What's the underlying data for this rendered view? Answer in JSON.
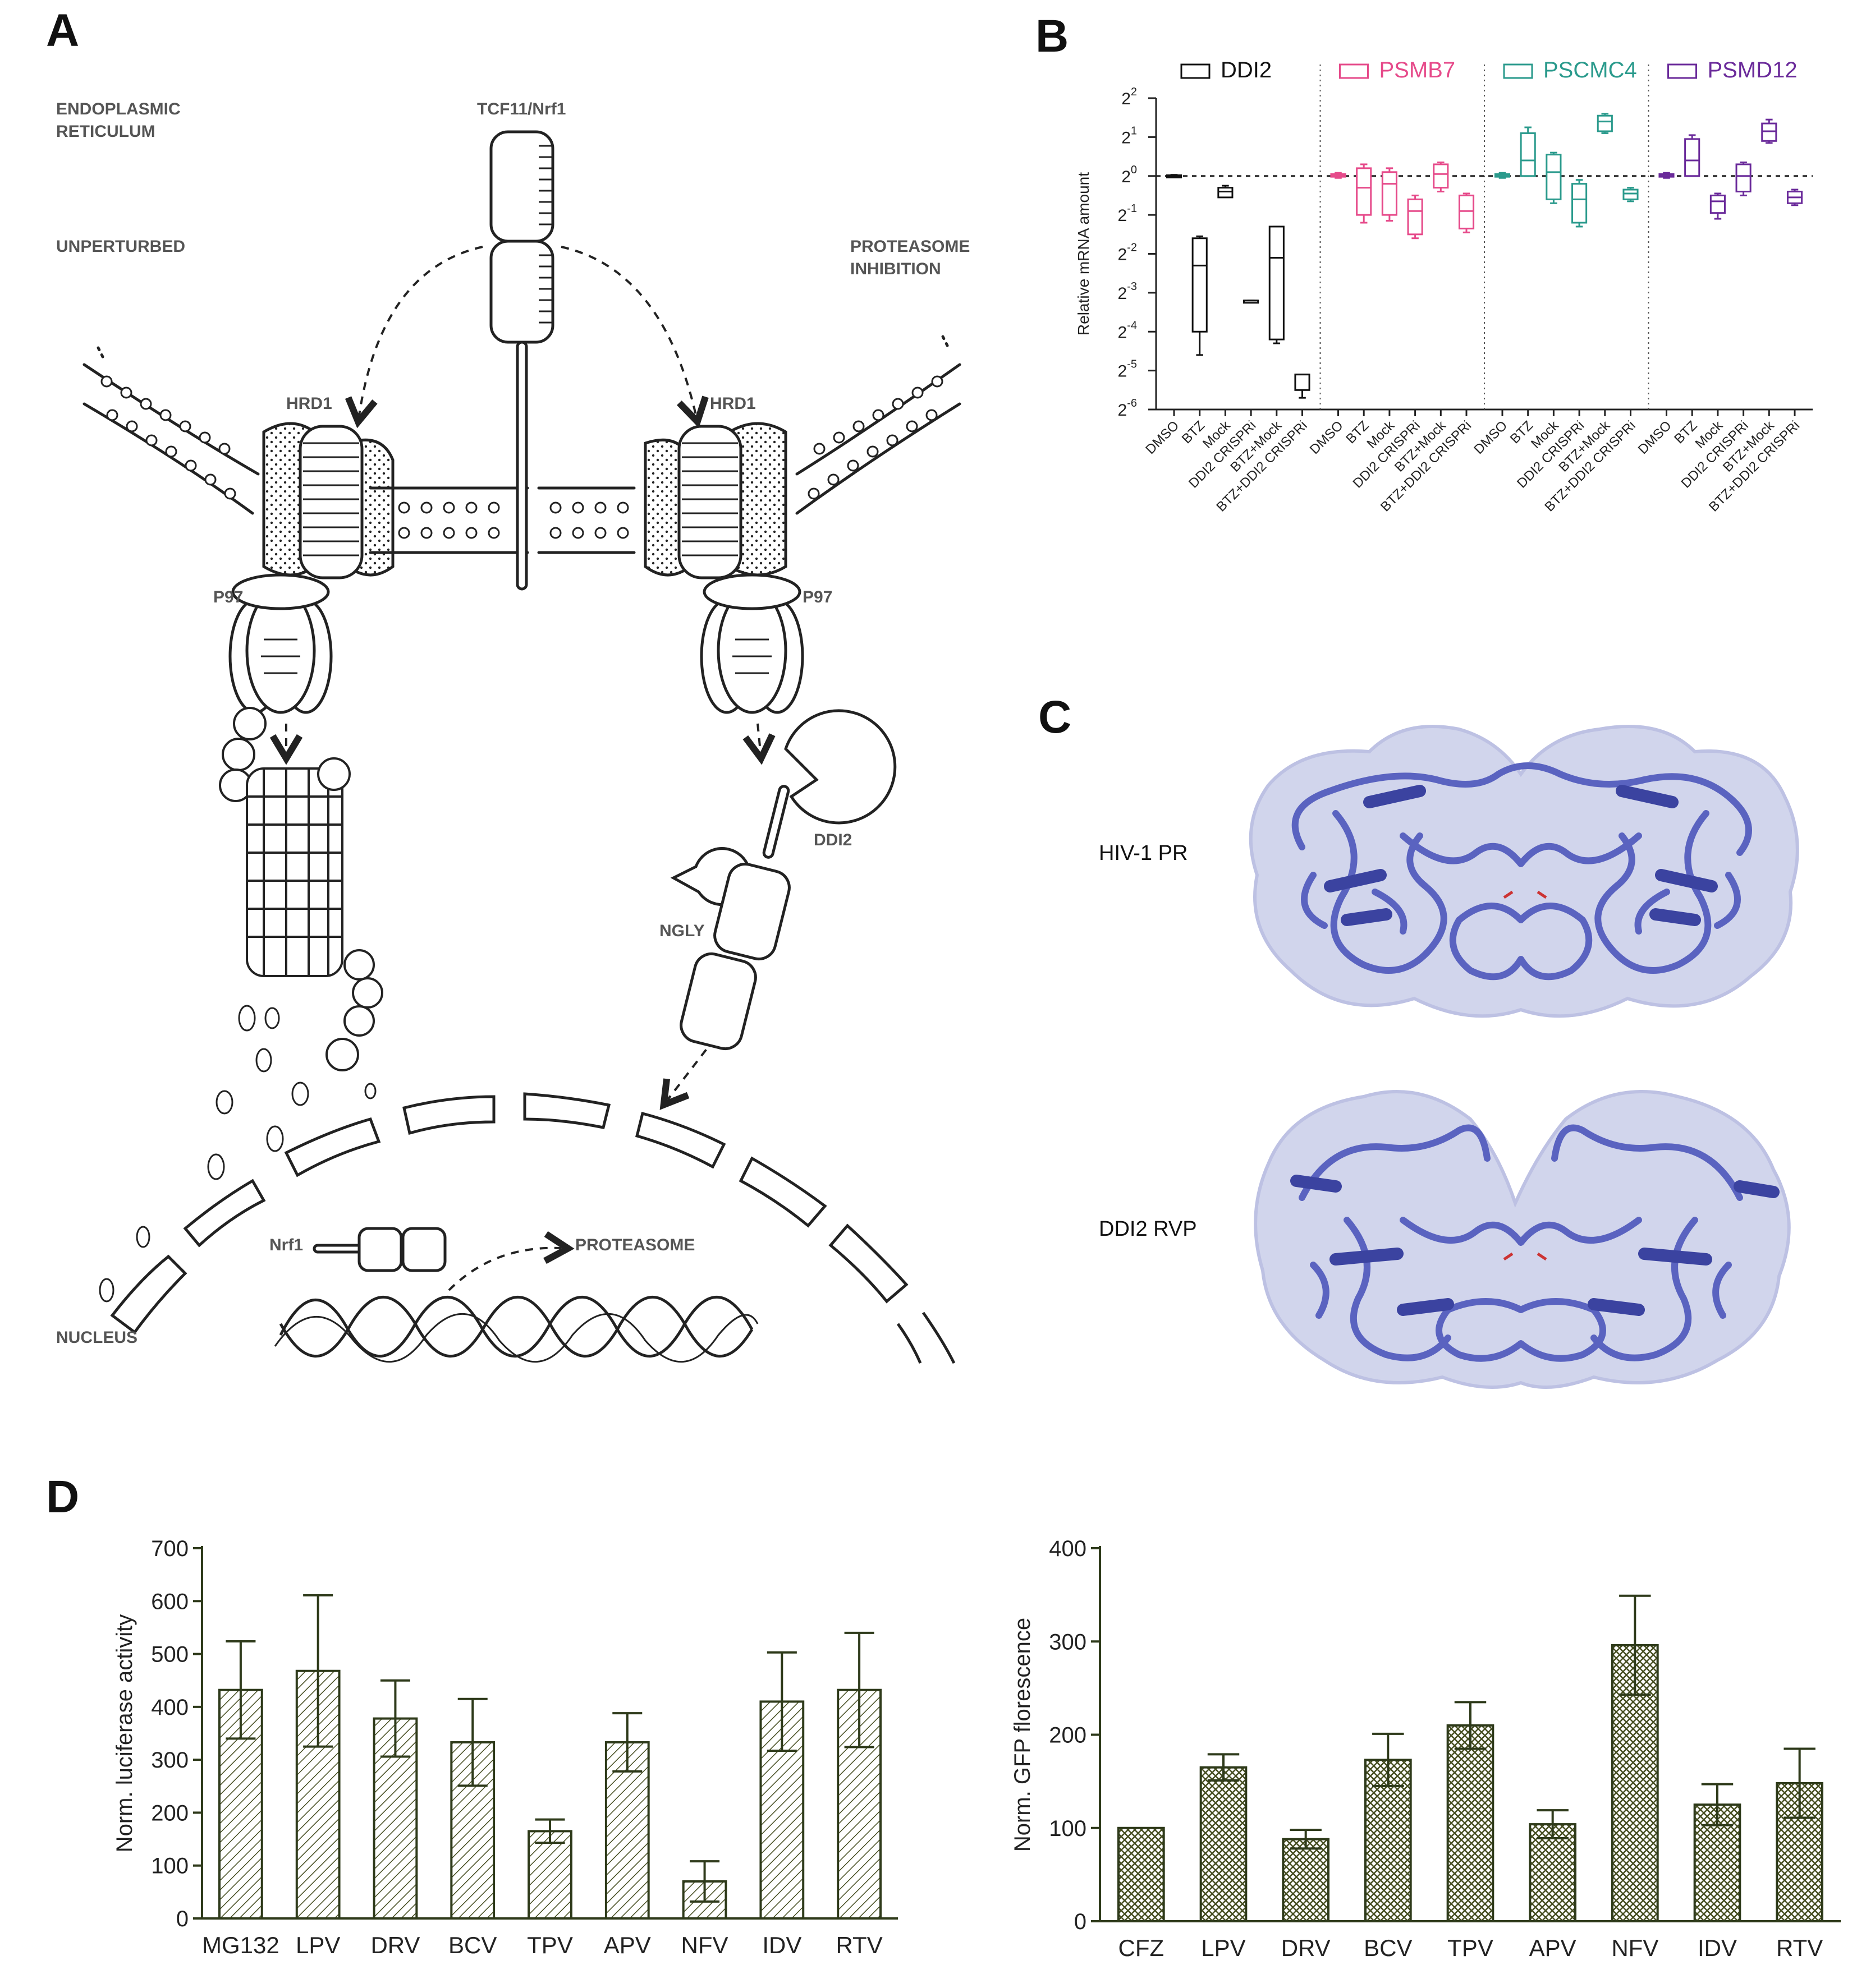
{
  "panels": {
    "a": "A",
    "b": "B",
    "c": "C",
    "d": "D"
  },
  "panel_a": {
    "labels": {
      "er": "ENDOPLASMIC\nRETICULUM",
      "tcf": "TCF11/Nrf1",
      "unperturbed": "UNPERTURBED",
      "proteasome_inhibition": "PROTEASOME\nINHIBITION",
      "hrd1_left": "HRD1",
      "hrd1_right": "HRD1",
      "p97_left": "P97",
      "p97_right": "P97",
      "ddi2": "DDI2",
      "ngly": "NGLY",
      "nrf1": "Nrf1",
      "proteasome": "PROTEASOME",
      "nucleus": "NUCLEUS"
    },
    "colors": {
      "line": "#222222",
      "text": "#555555"
    }
  },
  "panel_c": {
    "labels": {
      "hiv": "HIV-1 PR",
      "ddi2": "DDI2 RVP"
    },
    "colors": {
      "surface": "#c9cde8",
      "ribbon": "#5a63c0",
      "ribbon_dark": "#3b43a0"
    }
  },
  "chart_data": [
    {
      "id": "B",
      "type": "box",
      "ylabel": "Relative mRNA amount",
      "y_scale": "log2",
      "ylim_exp": [
        -6,
        2
      ],
      "ytick_exponents": [
        2,
        1,
        0,
        -1,
        -2,
        -3,
        -4,
        -5,
        -6
      ],
      "ytick_base": "2",
      "reference_line": 0,
      "categories": [
        "DMSO",
        "BTZ",
        "Mock",
        "DDI2 CRISPRi",
        "BTZ+Mock",
        "BTZ+DDI2 CRISPRi"
      ],
      "series": [
        {
          "name": "DDI2",
          "color": "#111111",
          "boxes": [
            {
              "min": 0.02,
              "q1": -0.02,
              "med": 0.0,
              "q3": 0.02,
              "max": 0.03
            },
            {
              "min": -4.6,
              "q1": -4.0,
              "med": -2.3,
              "q3": -1.6,
              "max": -1.55
            },
            {
              "min": -0.5,
              "q1": -0.55,
              "med": -0.4,
              "q3": -0.3,
              "max": -0.25
            },
            {
              "min": -3.2,
              "q1": -3.2,
              "med": -3.2,
              "q3": -3.2,
              "max": -3.2
            },
            {
              "min": -4.3,
              "q1": -4.2,
              "med": -2.1,
              "q3": -1.3,
              "max": -1.3
            },
            {
              "min": -5.7,
              "q1": -5.5,
              "med": -5.1,
              "q3": -5.1,
              "max": -5.1
            }
          ]
        },
        {
          "name": "PSMB7",
          "color": "#e64a8a",
          "boxes": [
            {
              "min": -0.05,
              "q1": -0.02,
              "med": 0.02,
              "q3": 0.05,
              "max": 0.08
            },
            {
              "min": -1.2,
              "q1": -1.0,
              "med": -0.3,
              "q3": 0.2,
              "max": 0.3
            },
            {
              "min": -1.15,
              "q1": -1.0,
              "med": -0.2,
              "q3": 0.1,
              "max": 0.2
            },
            {
              "min": -1.6,
              "q1": -1.5,
              "med": -0.9,
              "q3": -0.6,
              "max": -0.5
            },
            {
              "min": -0.4,
              "q1": -0.3,
              "med": 0.05,
              "q3": 0.3,
              "max": 0.35
            },
            {
              "min": -1.45,
              "q1": -1.35,
              "med": -0.9,
              "q3": -0.5,
              "max": -0.45
            }
          ]
        },
        {
          "name": "PSCMC4",
          "color": "#2a9a8c",
          "boxes": [
            {
              "min": -0.05,
              "q1": -0.02,
              "med": 0.02,
              "q3": 0.05,
              "max": 0.08
            },
            {
              "min": 0.0,
              "q1": 0.0,
              "med": 0.4,
              "q3": 1.1,
              "max": 1.25
            },
            {
              "min": -0.7,
              "q1": -0.6,
              "med": 0.1,
              "q3": 0.55,
              "max": 0.6
            },
            {
              "min": -1.3,
              "q1": -1.2,
              "med": -0.6,
              "q3": -0.2,
              "max": -0.1
            },
            {
              "min": 1.1,
              "q1": 1.15,
              "med": 1.4,
              "q3": 1.55,
              "max": 1.6
            },
            {
              "min": -0.65,
              "q1": -0.6,
              "med": -0.45,
              "q3": -0.35,
              "max": -0.3
            }
          ]
        },
        {
          "name": "PSMD12",
          "color": "#6a2a9a",
          "boxes": [
            {
              "min": -0.05,
              "q1": -0.02,
              "med": 0.02,
              "q3": 0.05,
              "max": 0.08
            },
            {
              "min": 0.0,
              "q1": 0.0,
              "med": 0.4,
              "q3": 0.95,
              "max": 1.05
            },
            {
              "min": -1.1,
              "q1": -0.95,
              "med": -0.65,
              "q3": -0.5,
              "max": -0.45
            },
            {
              "min": -0.5,
              "q1": -0.4,
              "med": 0.0,
              "q3": 0.3,
              "max": 0.35
            },
            {
              "min": 0.85,
              "q1": 0.9,
              "med": 1.15,
              "q3": 1.35,
              "max": 1.45
            },
            {
              "min": -0.75,
              "q1": -0.7,
              "med": -0.55,
              "q3": -0.4,
              "max": -0.35
            }
          ]
        }
      ]
    },
    {
      "id": "D-left",
      "type": "bar",
      "ylabel": "Norm. luciferase activity",
      "ylim": [
        0,
        700
      ],
      "yticks": [
        0,
        100,
        200,
        300,
        400,
        500,
        600,
        700
      ],
      "categories": [
        "MG132",
        "LPV",
        "DRV",
        "BCV",
        "TPV",
        "APV",
        "NFV",
        "IDV",
        "RTV"
      ],
      "values": [
        432,
        468,
        378,
        333,
        165,
        333,
        70,
        410,
        432
      ],
      "errors": [
        92,
        143,
        72,
        82,
        22,
        55,
        38,
        93,
        108
      ],
      "colors": {
        "axis": "#2e3a1a",
        "bar": "#454d20",
        "tick_text": "#222222"
      }
    },
    {
      "id": "D-right",
      "type": "bar",
      "ylabel": "Norm. GFP florescence",
      "ylim": [
        0,
        400
      ],
      "yticks": [
        0,
        100,
        200,
        300,
        400
      ],
      "categories": [
        "CFZ",
        "LPV",
        "DRV",
        "BCV",
        "TPV",
        "APV",
        "NFV",
        "IDV",
        "RTV"
      ],
      "values": [
        100,
        165,
        88,
        173,
        210,
        104,
        296,
        125,
        148
      ],
      "errors": [
        0,
        14,
        10,
        28,
        25,
        15,
        53,
        22,
        37
      ],
      "colors": {
        "axis": "#2e3a1a",
        "bar": "#454d20",
        "tick_text": "#222222"
      }
    }
  ]
}
